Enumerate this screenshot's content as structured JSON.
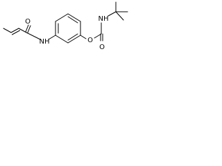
{
  "structure": {
    "atoms": {
      "amide_nh": "NH",
      "amide_o": "O",
      "ester_o": "O",
      "carbamate_o": "O",
      "carbamate_nh": "NH"
    }
  }
}
